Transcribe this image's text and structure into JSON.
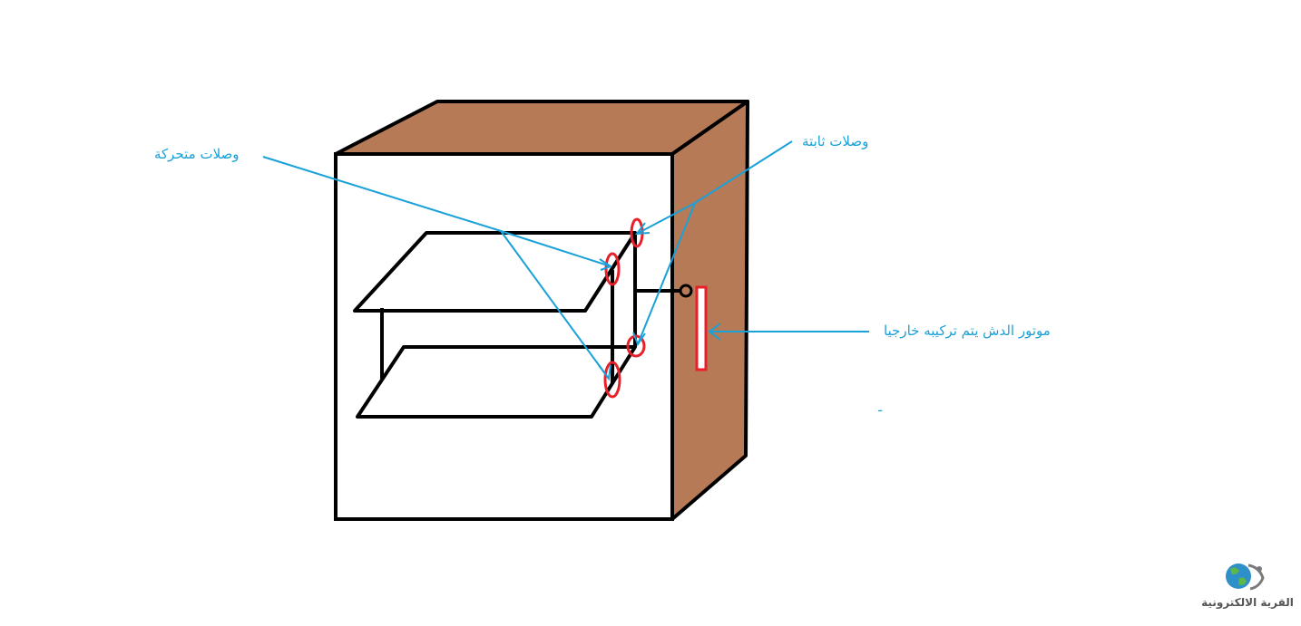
{
  "labels": {
    "moving_joints": "وصلات متحركة",
    "fixed_joints": "وصلات ثابتة",
    "motor": "موتور الدش يتم تركيبه خارجيا"
  },
  "logo": {
    "text": "القرية الالكترونية"
  },
  "colors": {
    "box_side": "#b77a56",
    "line": "#000000",
    "pointer": "#1aa1d8",
    "highlight": "#e8202a"
  }
}
